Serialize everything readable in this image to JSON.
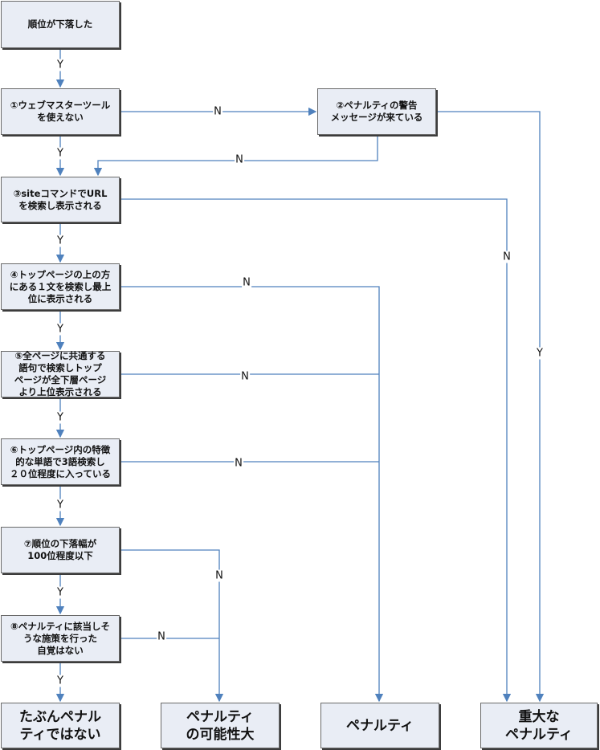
{
  "colors": {
    "line": "#4f81bd",
    "box_fill": "#e9edf5",
    "box_border": "#6a6a6a"
  },
  "nodes": {
    "start": "順位が下落した",
    "q1": "①ウェブマスターツール\nを使えない",
    "q2": "②ペナルティの警告\nメッセージが来ている",
    "q3": "③siteコマンドでURL\nを検索し表示される",
    "q4": "④トップページの上の方\nにある１文を検索し最上\n位に表示される",
    "q5": "⑤全ページに共通する\n語句で検索しトップ\nページが全下層ページ\nより上位表示される",
    "q6": "⑥トップページ内の特徴\n的な単語で3語検索し\n２０位程度に入っている",
    "q7": "⑦順位の下落幅が\n100位程度以下",
    "q8": "⑧ペナルティに該当しそ\nうな施策を行った\n自覚はない"
  },
  "results": {
    "r1": "たぶんペナル\nティではない",
    "r2": "ペナルティ\nの可能性大",
    "r3": "ペナルティ",
    "r4": "重大な\nペナルティ"
  },
  "labels": {
    "yes": "Y",
    "no": "N"
  }
}
